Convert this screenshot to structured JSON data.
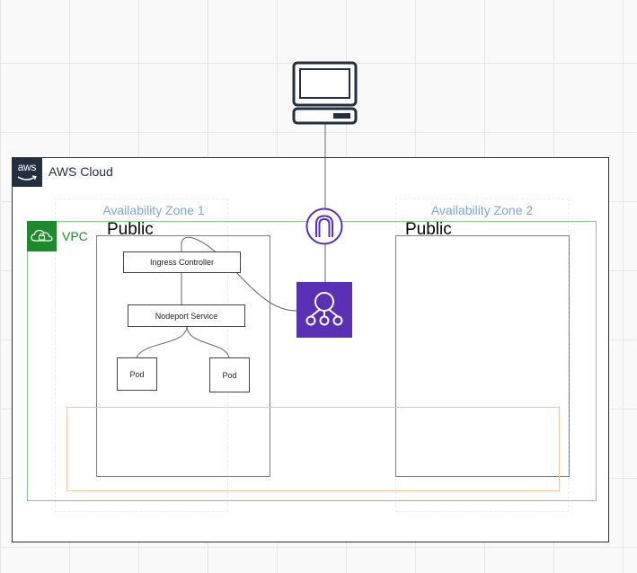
{
  "aws": {
    "logo_text": "aws",
    "cloud_label": "AWS Cloud"
  },
  "zones": [
    {
      "label": "Availability Zone 1"
    },
    {
      "label": "Availability Zone 2"
    }
  ],
  "vpc": {
    "label": "VPC"
  },
  "subnets": [
    {
      "label": "Public"
    },
    {
      "label": "Public"
    }
  ],
  "nodes": {
    "ingress": "Ingress Controller",
    "nodeport": "Nodeport Service",
    "pod1": "Pod",
    "pod2": "Pod"
  },
  "icons": {
    "client": "desktop-computer-icon",
    "gateway": "internet-gateway-icon",
    "load_balancer": "load-balancer-icon",
    "vpc": "vpc-lock-cloud-icon"
  },
  "colors": {
    "aws_dark": "#232f3e",
    "zone_label": "#7ea7cf",
    "vpc_green": "#1f8a2b",
    "gateway_purple": "#5a30b5",
    "private_group_border": "#f6c9ad"
  }
}
